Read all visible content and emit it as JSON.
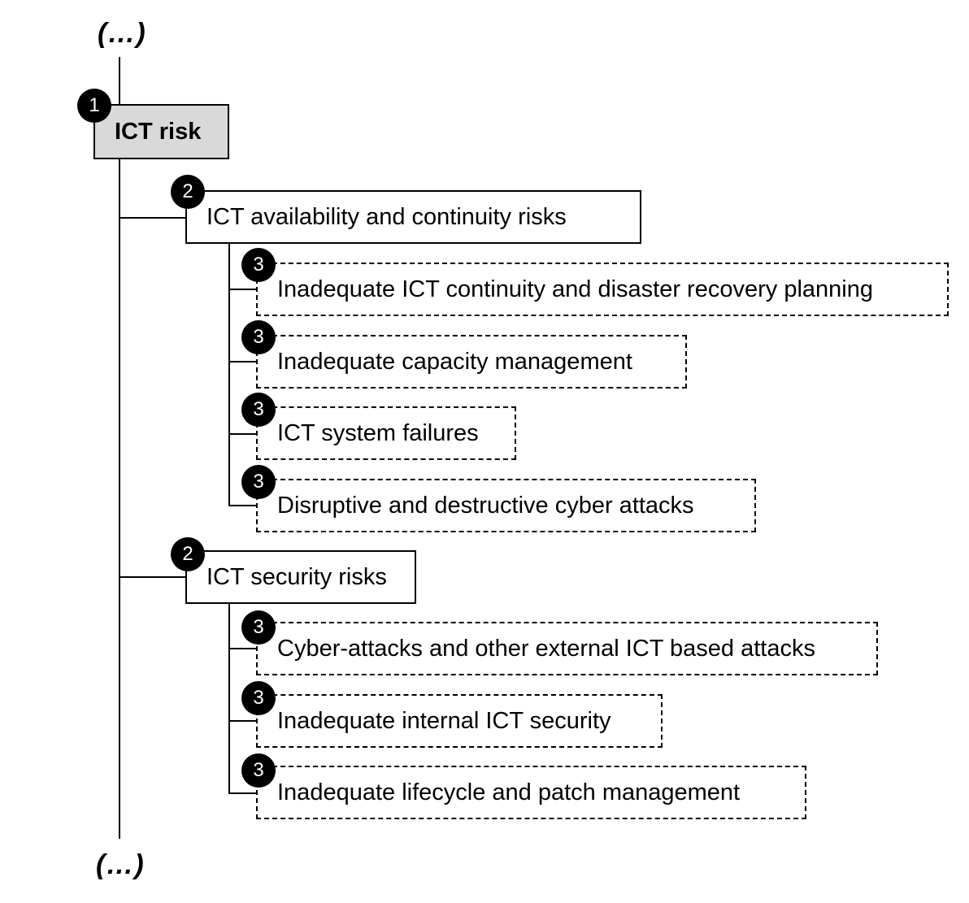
{
  "top_ellipsis": "(…)",
  "bottom_ellipsis": "(…)",
  "root": {
    "label": "ICT risk",
    "level": "1"
  },
  "groups": [
    {
      "level": "2",
      "label": "ICT availability and continuity risks",
      "children": [
        {
          "level": "3",
          "label": "Inadequate ICT continuity and disaster recovery planning"
        },
        {
          "level": "3",
          "label": "Inadequate capacity management"
        },
        {
          "level": "3",
          "label": "ICT system failures"
        },
        {
          "level": "3",
          "label": "Disruptive and destructive cyber attacks"
        }
      ]
    },
    {
      "level": "2",
      "label": "ICT security risks",
      "children": [
        {
          "level": "3",
          "label": "Cyber-attacks and other external ICT based attacks"
        },
        {
          "level": "3",
          "label": "Inadequate internal ICT security"
        },
        {
          "level": "3",
          "label": "Inadequate lifecycle and patch management"
        }
      ]
    }
  ]
}
